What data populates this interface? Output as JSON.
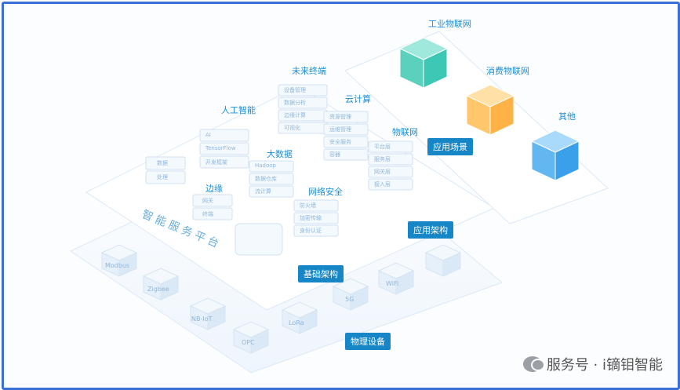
{
  "layers": {
    "physical": "物理设备",
    "base": "基础架构",
    "app_arch": "应用架构",
    "scenarios": "应用场景"
  },
  "sections": {
    "ai": "人工智能",
    "future": "未来终端",
    "cloud": "云计算",
    "bigdata": "大数据",
    "iot": "物联网",
    "edge": "边缘",
    "security": "网络安全",
    "industrial": "工业物联网",
    "consumer": "消费物联网",
    "other": "其他"
  },
  "side_text": "智能服务平台",
  "devices": [
    "Modbus",
    "Zigbee",
    "NB-IoT",
    "OPC",
    "LoRa",
    "5G",
    "WiFi"
  ],
  "stacks": {
    "left": [
      "数据",
      "处理"
    ],
    "ai": [
      "AI",
      "TensorFlow",
      "开发框架"
    ],
    "future": [
      "设备管理",
      "数据分析",
      "边缘计算",
      "可视化"
    ],
    "cloud": [
      "资源管理",
      "运维管理",
      "安全服务",
      "容器"
    ],
    "iot": [
      "平台层",
      "服务层",
      "网关层",
      "接入层"
    ],
    "bigdata": [
      "Hadoop",
      "数据仓库",
      "流计算"
    ],
    "edge": [
      "网关",
      "终端"
    ],
    "security": [
      "防火墙",
      "加密传输",
      "身份认证"
    ]
  },
  "watermark": "服务号 · i镝钼智能",
  "colors": {
    "frame": "#3b6fd8",
    "accent": "#1786c6",
    "teal": "#3cc8b4",
    "orange": "#ffb347",
    "blue": "#3aa0ea"
  }
}
